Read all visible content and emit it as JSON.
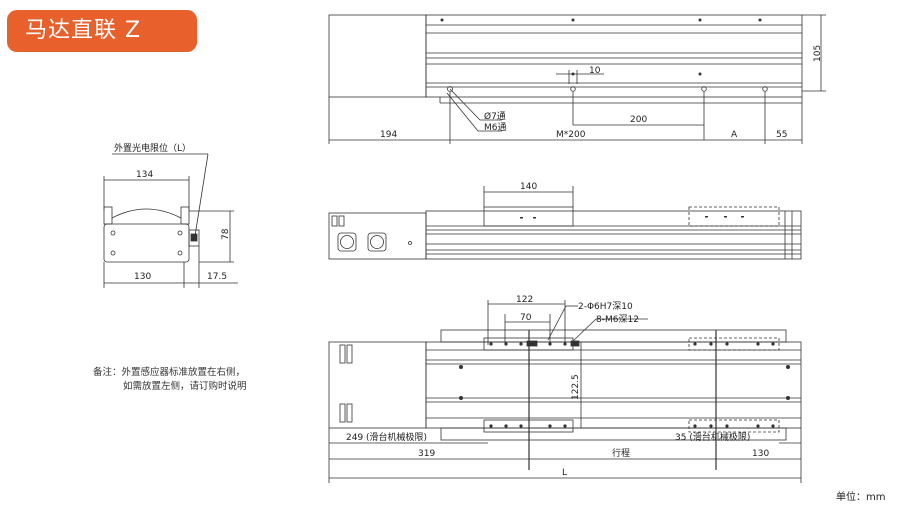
{
  "title": "马达直联  Z",
  "view_top": {
    "dim_height": "105",
    "dim_motor_len": "194",
    "dim_hole_spacing": "M*200",
    "dim_a": "A",
    "dim_end": "55",
    "dim_hole_10": "10",
    "dim_200": "200",
    "callout_hole": "Ø7通",
    "callout_thread": "M6通"
  },
  "view_end": {
    "sensor_label": "外置光电限位（L）",
    "dim_width_top": "134",
    "dim_width_bottom": "130",
    "dim_offset": "17.5",
    "dim_height": "78"
  },
  "view_side": {
    "dim_carriage": "140"
  },
  "view_bottom": {
    "dim_122": "122",
    "dim_70": "70",
    "callout_pin": "2-Φ6H7深10",
    "callout_tap": "8-M6深12",
    "dim_height": "122.5",
    "limit_left": "249 (滑台机械极限)",
    "limit_right": "35 (滑台机械极限)",
    "dim_319": "319",
    "dim_stroke": "行程",
    "dim_130": "130",
    "dim_total": "L"
  },
  "note": {
    "line1": "备注：外置感应器标准放置在右侧，",
    "line2": "如需放置左侧，请订购时说明"
  },
  "unit": "单位：mm"
}
